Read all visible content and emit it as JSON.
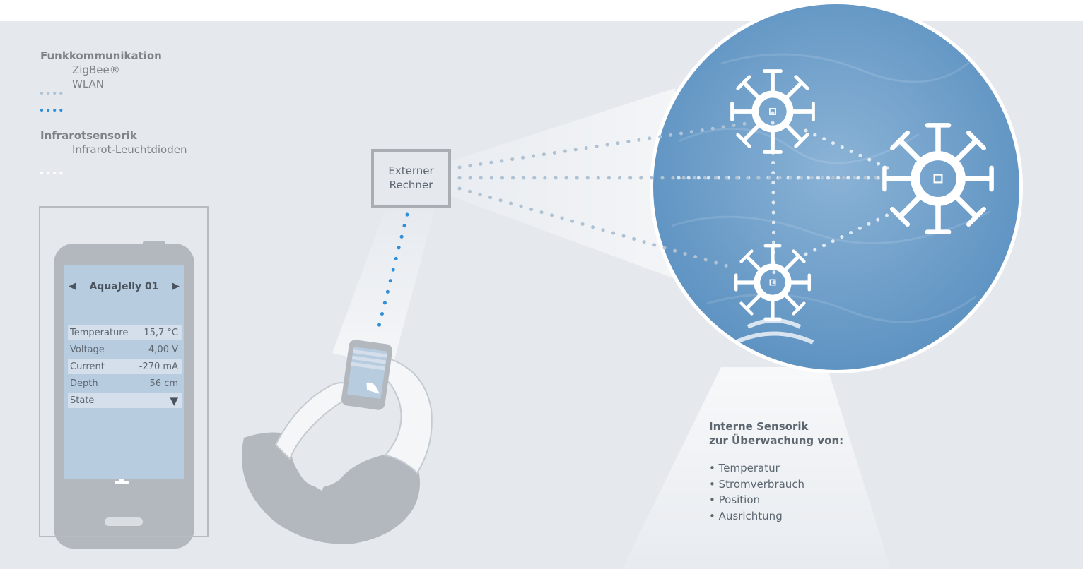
{
  "legend": {
    "funk": {
      "heading": "Funkkommunikation",
      "zigbee": "ZigBee®",
      "wlan": "WLAN"
    },
    "infrarot": {
      "heading": "Infrarotsensorik",
      "leds": "Infrarot-Leuchtdioden"
    }
  },
  "app": {
    "title": "AquaJelly 01",
    "rows": [
      {
        "label": "Temperature",
        "value": "15,7 °C"
      },
      {
        "label": "Voltage",
        "value": "4,00 V"
      },
      {
        "label": "Current",
        "value": "-270 mA"
      },
      {
        "label": "Depth",
        "value": "56 cm"
      },
      {
        "label": "State",
        "value": ""
      }
    ]
  },
  "computer": {
    "line1": "Externer",
    "line2": "Rechner"
  },
  "sensors": {
    "heading1": "Interne Sensorik",
    "heading2": "zur Überwachung von:",
    "items": [
      "Temperatur",
      "Stromverbrauch",
      "Position",
      "Ausrichtung"
    ]
  },
  "colors": {
    "background": "#e5e9ee",
    "water": "#6a9cc7",
    "zigbee": "#a7bccf",
    "wlan": "#2e8fd6",
    "infrared": "#ffffff",
    "device": "#b3b8be",
    "text": "#5c6670"
  }
}
